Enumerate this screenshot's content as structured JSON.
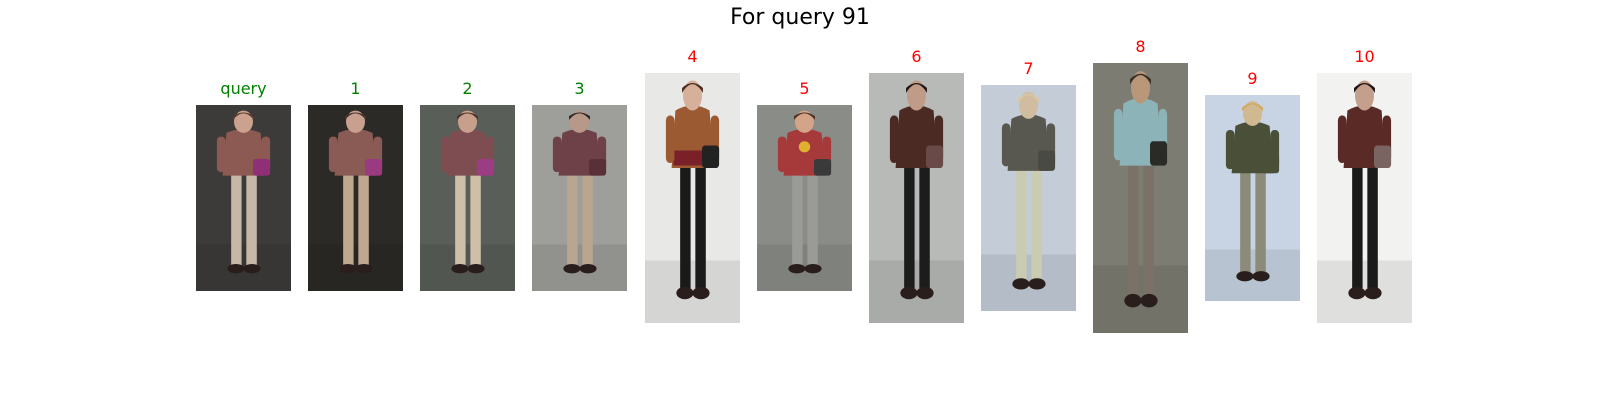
{
  "title": "For query 91",
  "colors": {
    "correct": "#008000",
    "incorrect": "#ff0000"
  },
  "panels": [
    {
      "label": "query",
      "status": "correct",
      "icon": "person-photo-icon"
    },
    {
      "label": "1",
      "status": "correct",
      "icon": "person-photo-icon"
    },
    {
      "label": "2",
      "status": "correct",
      "icon": "person-photo-icon"
    },
    {
      "label": "3",
      "status": "correct",
      "icon": "person-photo-icon"
    },
    {
      "label": "4",
      "status": "incorrect",
      "icon": "person-photo-icon"
    },
    {
      "label": "5",
      "status": "incorrect",
      "icon": "person-photo-icon"
    },
    {
      "label": "6",
      "status": "incorrect",
      "icon": "person-photo-icon"
    },
    {
      "label": "7",
      "status": "incorrect",
      "icon": "person-photo-icon"
    },
    {
      "label": "8",
      "status": "incorrect",
      "icon": "person-photo-icon"
    },
    {
      "label": "9",
      "status": "incorrect",
      "icon": "person-photo-icon"
    },
    {
      "label": "10",
      "status": "incorrect",
      "icon": "person-photo-icon"
    }
  ]
}
